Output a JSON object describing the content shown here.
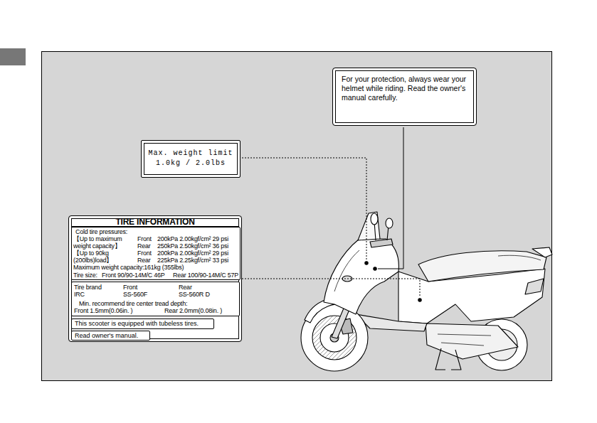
{
  "diagram": {
    "nodes": [
      {
        "text": [
          "For your protection, always wear your helmet while riding. Read the owner's manual carefully."
        ]
      },
      {
        "text": [
          "Max. weight limit 1.0kg / 2.0lbs"
        ]
      },
      {
        "text": [
          "TIRE INFORMATION"
        ]
      },
      {
        "text": [
          "Cold tire pressures:",
          "【Up to maximum weight capacity】",
          "Front",
          "200kPa 2.00kgf/cm² 29 psi",
          "Rear",
          "250kPa 2.50kgf/cm² 36 psi",
          "【Up to 90kg (200lbs)load】",
          "Front",
          "200kPa 2.00kgf/cm² 29 psi",
          "Rear",
          "225kPa 2.25kgf/cm² 33 psi",
          "Maximum weight capacity:161kg (355lbs)",
          "Tire size:",
          "Front 90/90-14M/C 46P",
          "Rear 100/90-14M/C 57P"
        ],
        "in": 2
      },
      {
        "text": [
          "Tire brand",
          "Front",
          "Rear",
          "IRC",
          "SS-560F",
          "SS-560R D",
          "Min. recommend tire center tread depth:",
          "Front 1.5mm(0.06in. )",
          "Rear 2.0mm(0.08in. )"
        ],
        "in": 2
      },
      {
        "text": [
          "This scooter is equipped with tubeless tires."
        ],
        "in": 2
      },
      {
        "text": [
          "Read owner's manual."
        ],
        "in": 2
      }
    ]
  }
}
